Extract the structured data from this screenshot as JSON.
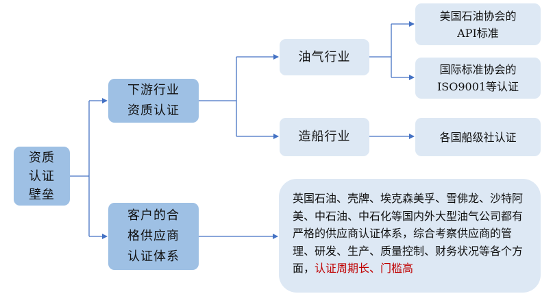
{
  "root": {
    "lines": [
      "资质",
      "认证",
      "壁垒"
    ]
  },
  "branch_downstream": {
    "lines": [
      "下游行业",
      "资质认证"
    ]
  },
  "branch_customer": {
    "lines": [
      "客户的合",
      "格供应商",
      "认证体系"
    ]
  },
  "oil_gas": {
    "label": "油气行业"
  },
  "shipbuilding": {
    "label": "造船行业"
  },
  "api_cert": {
    "lines": [
      "美国石油协会的",
      "API标准"
    ]
  },
  "iso_cert": {
    "lines": [
      "国际标准协会的",
      "ISO9001等认证"
    ]
  },
  "class_cert": {
    "label": "各国船级社认证"
  },
  "customer_desc": {
    "text": "英国石油、壳牌、埃克森美孚、雪佛龙、沙特阿美、中石油、中石化等国内外大型油气公司都有严格的供应商认证体系，综合考察供应商的管理、研发、生产、质量控制、财务状况等各个方面，",
    "highlight": "认证周期长、门槛高",
    "highlight_color": "#c00000"
  },
  "colors": {
    "dark_box": "#9ec0e4",
    "light_box": "#dde8f4",
    "connector": "#4472c4"
  }
}
